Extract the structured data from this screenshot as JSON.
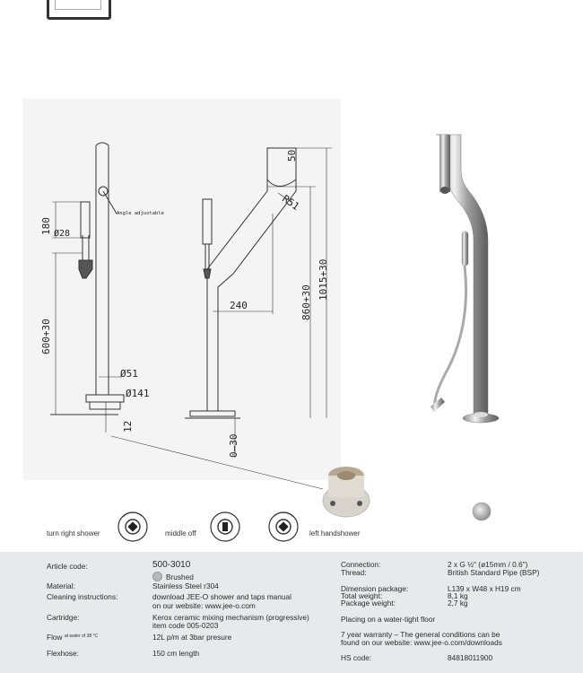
{
  "annotations": {
    "angle": "Angle adjustable",
    "d180": "180",
    "d28": "Ø28",
    "d600": "600+30",
    "d51": "Ø51",
    "d141": "Ø141",
    "d12": "12",
    "d030": "0–30",
    "d50": "50",
    "r51": "R51",
    "d240": "240",
    "d860": "860+30",
    "d1015": "1015+30"
  },
  "legend": {
    "turn_right": "turn right shower",
    "middle": "middle off",
    "left": "left handshower"
  },
  "specs": {
    "article_code_label": "Article code:",
    "article_code_value": "500-3010",
    "finish_value": "Brushed",
    "material_label": "Material:",
    "material_value": "Stainless Steel r304",
    "cleaning_label": "Cleaning instructions:",
    "cleaning_value_1": "download JEE-O shower and taps manual",
    "cleaning_value_2": "on our website: www.jee-o.com",
    "cartridge_label": "Cartridge:",
    "cartridge_value_1": "Kerox ceramic mixing mechanism (progressive)",
    "cartridge_value_2": "item code 005-0203",
    "flow_label": "Flow",
    "flow_sup": "at water of 38 °C",
    "flow_value": "12L p/m at 3bar presure",
    "flexhose_label": "Flexhose:",
    "flexhose_value": "150 cm length",
    "connection_label": "Connection:",
    "connection_value": "2 x G ½\" (ø15mm / 0.6\")",
    "thread_label": "Thread:",
    "thread_value": "British Standard Pipe (BSP)",
    "dimension_label": "Dimension package:",
    "dimension_value": "L139 x W48 x H19 cm",
    "total_weight_label": "Total weight:",
    "total_weight_value": "8,1 kg",
    "package_weight_label": "Package weight:",
    "package_weight_value": "2,7 kg",
    "placing": "Placing on a water-tight floor",
    "warranty_1": "7 year warranty – The general conditions can be",
    "warranty_2": "found on our website: www.jee-o.com/downloads",
    "hs_label": "HS code:",
    "hs_value": "84818011900"
  },
  "colors": {
    "footer_bg": "#e8e9eb",
    "steel": "#b9b9b9"
  }
}
